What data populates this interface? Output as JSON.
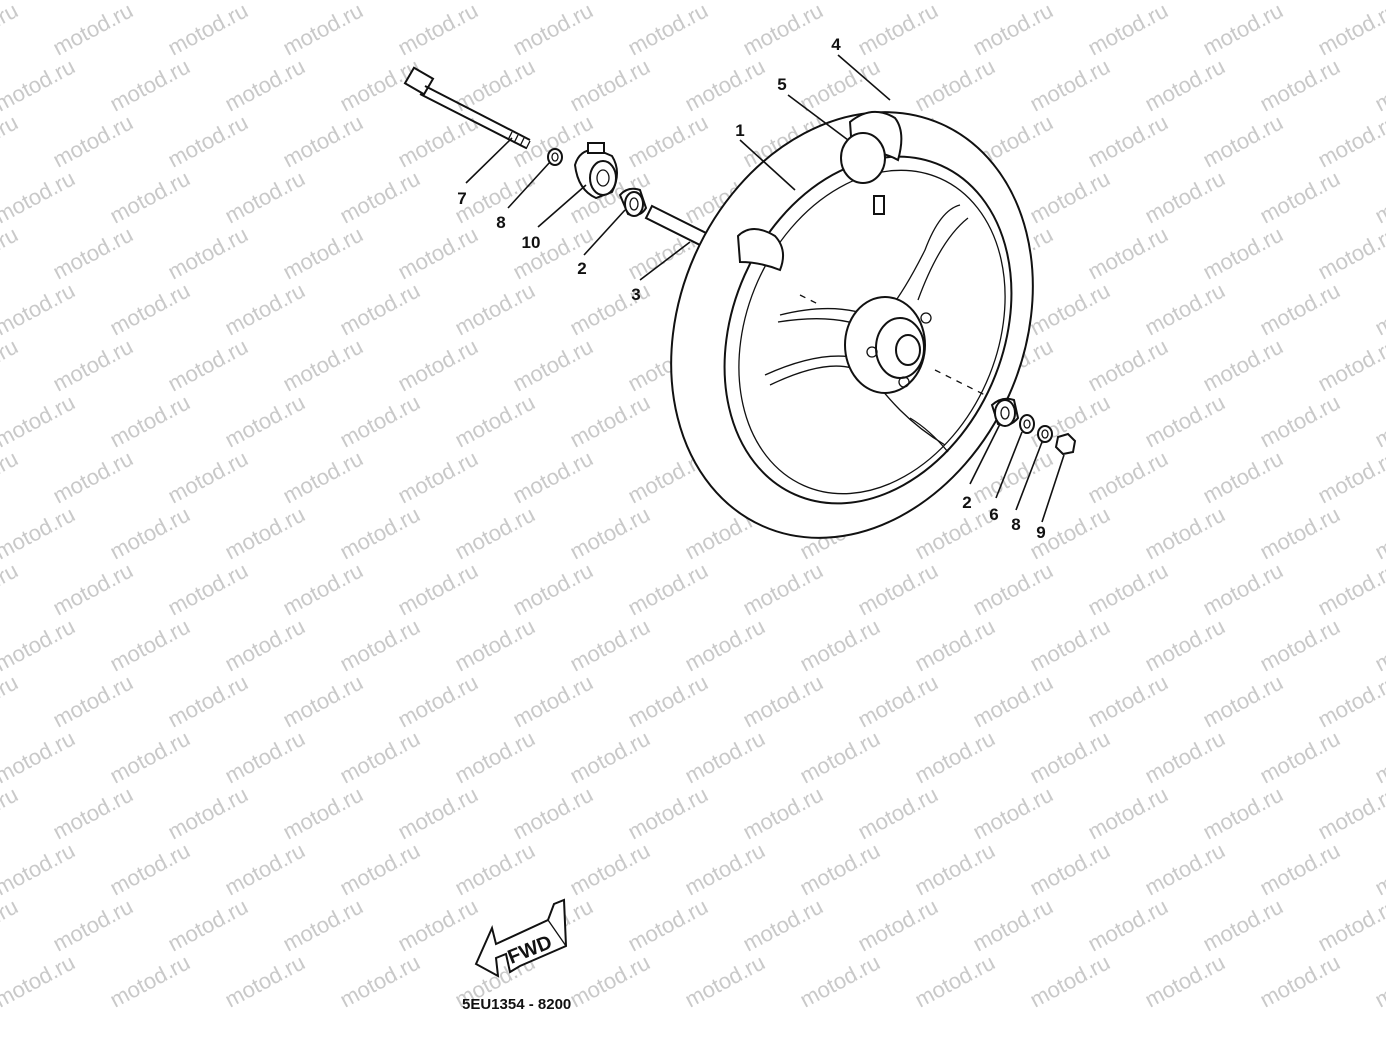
{
  "watermark": "motod.ru",
  "callouts": {
    "c1": "1",
    "c2a": "2",
    "c2b": "2",
    "c3": "3",
    "c4": "4",
    "c5": "5",
    "c6": "6",
    "c7": "7",
    "c8a": "8",
    "c8b": "8",
    "c9": "9",
    "c10": "10"
  },
  "fwd_label": "FWD",
  "diagram_code": "5EU1354 - 8200"
}
